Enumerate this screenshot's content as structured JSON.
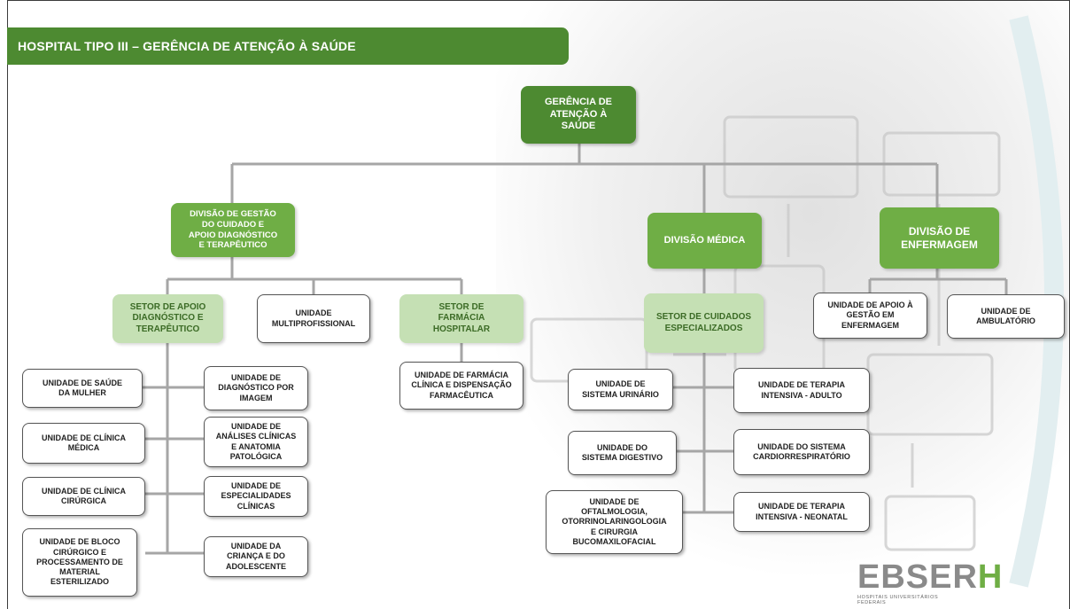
{
  "title": "HOSPITAL TIPO III – GERÊNCIA DE ATENÇÃO À SAÚDE",
  "colors": {
    "title_bar": "#4d8a31",
    "dark_green": "#4d8a31",
    "medium_green": "#6fae45",
    "light_green": "#c5e0b4",
    "connector": "#a6a6a6"
  },
  "nodes": {
    "gerencia": "GERÊNCIA DE\nATENÇÃO À\nSAÚDE",
    "div_gestao": "DIVISÃO DE GESTÃO\nDO CUIDADO E\nAPOIO DIAGNÓSTICO\nE TERAPÊUTICO",
    "div_medica": "DIVISÃO MÉDICA",
    "div_enfermagem": "DIVISÃO DE\nENFERMAGEM",
    "setor_apoio": "SETOR DE APOIO\nDIAGNÓSTICO E\nTERAPÊUTICO",
    "unidade_multi": "UNIDADE\nMULTIPROFISSIONAL",
    "setor_farmacia": "SETOR DE\nFARMÁCIA\nHOSPITALAR",
    "setor_cuidados": "SETOR DE CUIDADOS\nESPECIALIZADOS",
    "un_apoio_gestao_enf": "UNIDADE DE APOIO À\nGESTÃO EM\nENFERMAGEM",
    "un_ambulatorio": "UNIDADE DE\nAMBULATÓRIO",
    "un_saude_mulher": "UNIDADE DE SAÚDE\nDA MULHER",
    "un_clinica_medica": "UNIDADE DE CLÍNICA\nMÉDICA",
    "un_clinica_cirurgica": "UNIDADE DE CLÍNICA\nCIRÚRGICA",
    "un_bloco_cirurgico": "UNIDADE DE BLOCO\nCIRÚRGICO E\nPROCESSAMENTO DE\nMATERIAL\nESTERILIZADO",
    "un_diag_imagem": "UNIDADE DE\nDIAGNÓSTICO POR\nIMAGEM",
    "un_analises": "UNIDADE DE\nANÁLISES CLÍNICAS\nE ANATOMIA\nPATOLÓGICA",
    "un_especialidades": "UNIDADE DE\nESPECIALIDADES\nCLÍNICAS",
    "un_crianca": "UNIDADE DA\nCRIANÇA E DO\nADOLESCENTE",
    "un_farmacia_clinica": "UNIDADE DE FARMÁCIA\nCLÍNICA E DISPENSAÇÃO\nFARMACÊUTICA",
    "un_urinario": "UNIDADE DE\nSISTEMA URINÁRIO",
    "un_digestivo": "UNIDADE DO\nSISTEMA DIGESTIVO",
    "un_oftalmo": "UNIDADE DE\nOFTALMOLOGIA,\nOTORRINOLARINGOLOGIA\nE CIRURGIA\nBUCOMAXILOFACIAL",
    "un_uti_adulto": "UNIDADE DE TERAPIA\nINTENSIVA - ADULTO",
    "un_cardio": "UNIDADE DO SISTEMA\nCARDIORRESPIRATÓRIO",
    "un_uti_neonatal": "UNIDADE DE TERAPIA\nINTENSIVA - NEONATAL"
  },
  "logo": {
    "word_part1": "EBSER",
    "word_part2": "H",
    "subtitle": "HOSPITAIS UNIVERSITÁRIOS FEDERAIS"
  }
}
